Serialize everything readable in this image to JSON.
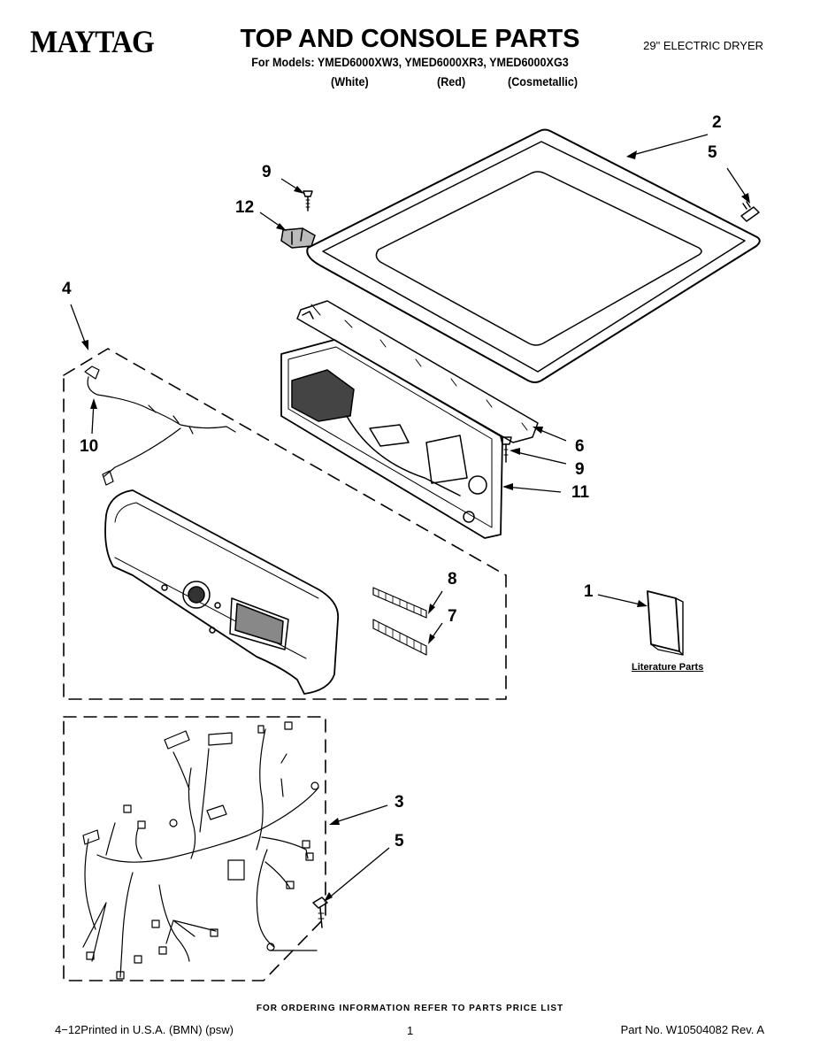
{
  "header": {
    "brand": "MAYTAG",
    "title": "TOP AND CONSOLE PARTS",
    "models_line": "For Models: YMED6000XW3, YMED6000XR3, YMED6000XG3",
    "variants": [
      "(White)",
      "(Red)",
      "(Cosmetallic)"
    ],
    "product": "29\" ELECTRIC DRYER"
  },
  "diagram": {
    "callouts": [
      {
        "id": "c2",
        "label": "2"
      },
      {
        "id": "c5a",
        "label": "5"
      },
      {
        "id": "c9a",
        "label": "9"
      },
      {
        "id": "c12",
        "label": "12"
      },
      {
        "id": "c4",
        "label": "4"
      },
      {
        "id": "c10",
        "label": "10"
      },
      {
        "id": "c6",
        "label": "6"
      },
      {
        "id": "c9b",
        "label": "9"
      },
      {
        "id": "c11",
        "label": "11"
      },
      {
        "id": "c8",
        "label": "8"
      },
      {
        "id": "c7",
        "label": "7"
      },
      {
        "id": "c1",
        "label": "1"
      },
      {
        "id": "c3",
        "label": "3"
      },
      {
        "id": "c5b",
        "label": "5"
      }
    ],
    "literature_label": "Literature Parts"
  },
  "footer": {
    "ordering_note": "FOR ORDERING INFORMATION REFER TO PARTS PRICE LIST",
    "print_info": "4−12Printed in U.S.A. (BMN) (psw)",
    "page_number": "1",
    "part_number": "Part No. W10504082 Rev. A"
  }
}
